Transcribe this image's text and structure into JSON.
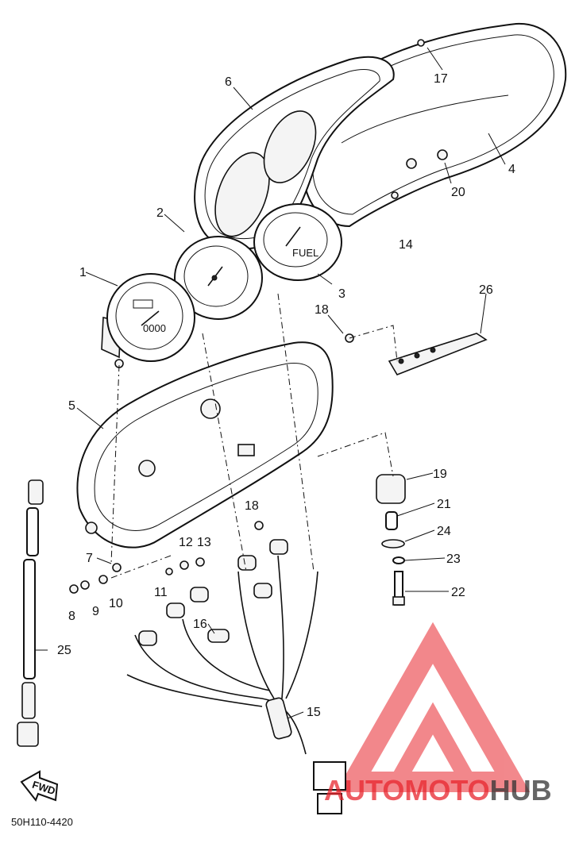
{
  "drawing_code": "50H110-4420",
  "fwd_label": "FWD",
  "gauge_label_fuel": "FUEL",
  "odometer_digits": "0000",
  "watermark": {
    "part1": "A",
    "part2": "UTOMOTO",
    "part3": "HUB",
    "color_red": "#e8262e",
    "color_dark": "#333333"
  },
  "callouts": {
    "c1": "1",
    "c2": "2",
    "c3": "3",
    "c4": "4",
    "c5": "5",
    "c6": "6",
    "c7": "7",
    "c8": "8",
    "c9": "9",
    "c10": "10",
    "c11": "11",
    "c12": "12",
    "c13": "13",
    "c14": "14",
    "c15": "15",
    "c16": "16",
    "c17": "17",
    "c18a": "18",
    "c18b": "18",
    "c19": "19",
    "c20": "20",
    "c21": "21",
    "c22": "22",
    "c23": "23",
    "c24": "24",
    "c25": "25",
    "c26": "26"
  }
}
